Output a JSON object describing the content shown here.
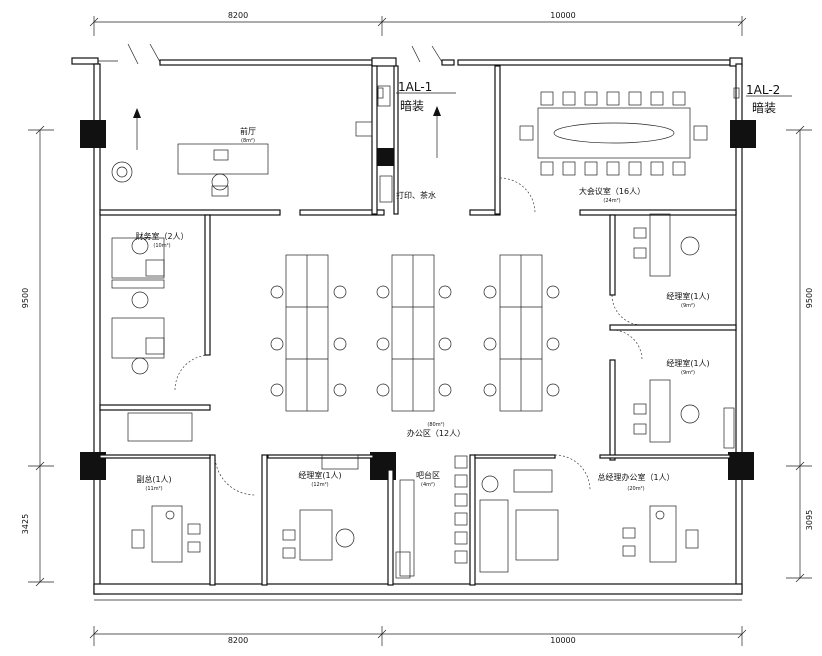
{
  "dimensions": {
    "top_left": "8200",
    "top_right": "10000",
    "bottom_left": "8200",
    "bottom_right": "10000",
    "left_upper": "9500",
    "left_lower": "3425",
    "right_upper": "9500",
    "right_lower": "3095"
  },
  "tags": {
    "ac1_code": "1AL-1",
    "ac1_note": "暗装",
    "ac2_code": "1AL-2",
    "ac2_note": "暗装"
  },
  "rooms": {
    "lobby": {
      "name": "前厅",
      "area": "(8m²)"
    },
    "print": {
      "name": "打印、茶水"
    },
    "conference": {
      "name": "大会议室（16人）",
      "area": "(24m²)"
    },
    "finance": {
      "name": "财务室（2人）",
      "area": "(10m²)"
    },
    "office": {
      "name": "办公区（12人）",
      "area": "(80m²)"
    },
    "manager1": {
      "name": "经理室(1人)",
      "area": "(9m²)"
    },
    "manager2": {
      "name": "经理室(1人)",
      "area": "(9m²)"
    },
    "vp": {
      "name": "副总(1人)",
      "area": "(11m²)"
    },
    "manager3": {
      "name": "经理室(1人)",
      "area": "(12m²)"
    },
    "bar": {
      "name": "吧台区",
      "area": "(4m²)"
    },
    "gm": {
      "name": "总经理办公室（1人）",
      "area": "(20m²)"
    }
  }
}
